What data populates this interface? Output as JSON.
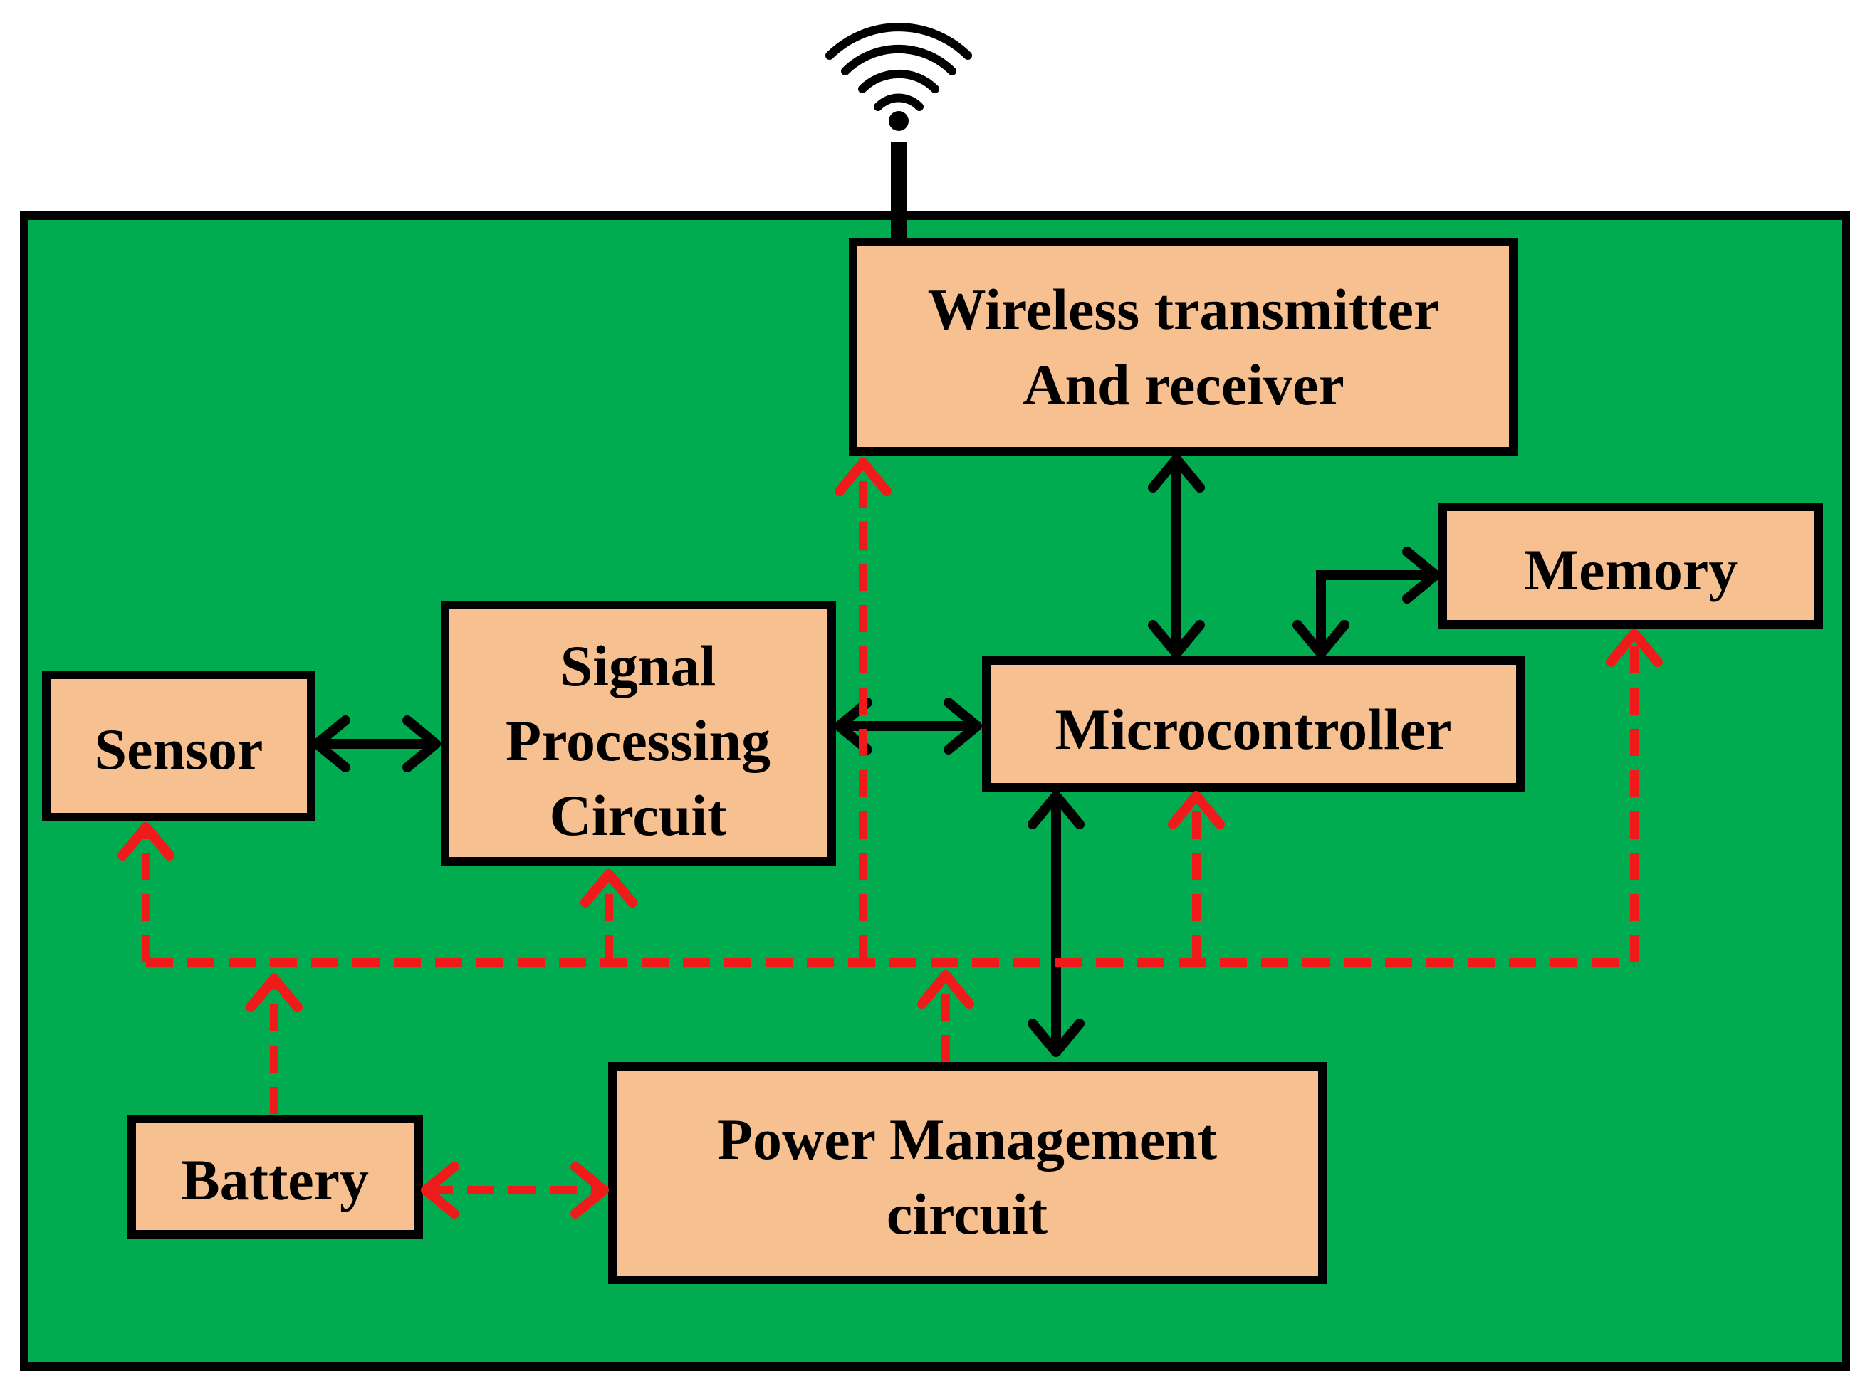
{
  "blocks": {
    "wireless": {
      "line1": "Wireless transmitter",
      "line2": "And receiver"
    },
    "memory": {
      "label": "Memory"
    },
    "signal": {
      "line1": "Signal",
      "line2": "Processing",
      "line3": "Circuit"
    },
    "sensor": {
      "label": "Sensor"
    },
    "micro": {
      "label": "Microcontroller"
    },
    "battery": {
      "label": "Battery"
    },
    "power": {
      "line1": "Power Management",
      "line2": "circuit"
    }
  },
  "colors": {
    "board": "#00ac4f",
    "block_fill": "#f7c090",
    "data_arrow": "#000000",
    "power_arrow": "#f01a1a"
  },
  "icons": [
    "antenna-icon",
    "wifi-signal-icon"
  ]
}
